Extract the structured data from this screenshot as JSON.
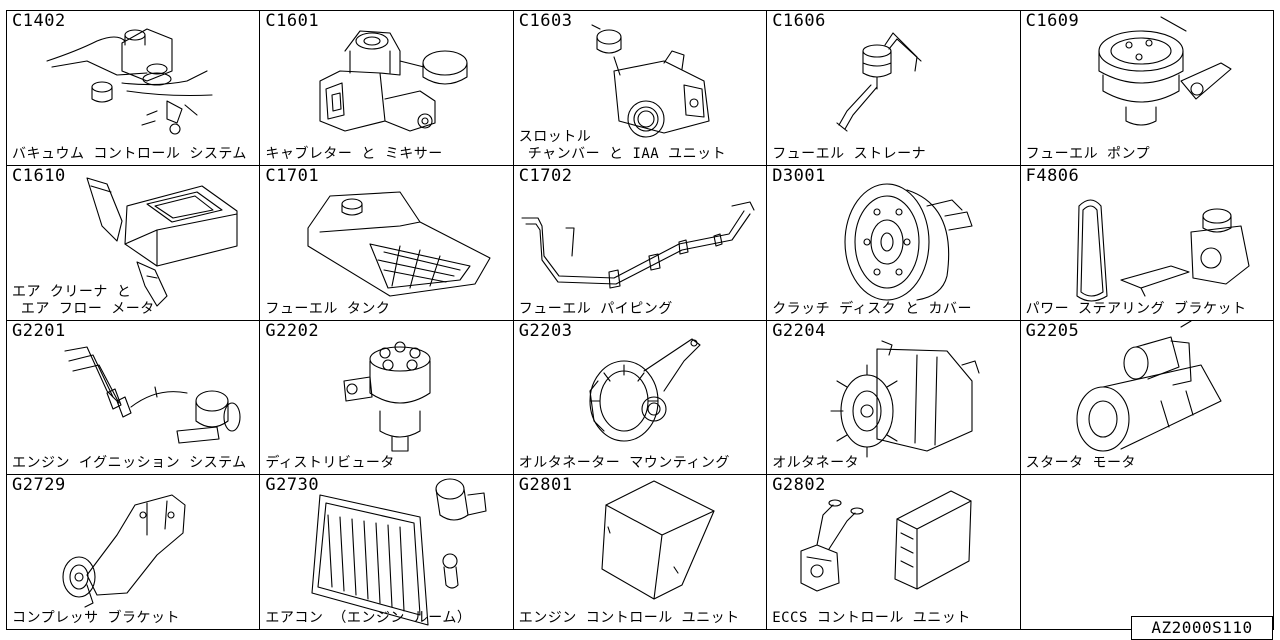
{
  "parts": [
    {
      "code": "C1402",
      "label": "バキュウム コントロール システム",
      "icon": "vacuum-control-system"
    },
    {
      "code": "C1601",
      "label": "キャブレター と ミキサー",
      "icon": "carburetor"
    },
    {
      "code": "C1603",
      "label": "スロットル\n チャンバー と IAA ユニット",
      "icon": "throttle-chamber"
    },
    {
      "code": "C1606",
      "label": "フューエル ストレーナ",
      "icon": "fuel-strainer"
    },
    {
      "code": "C1609",
      "label": "フューエル ポンプ",
      "icon": "fuel-pump"
    },
    {
      "code": "C1610",
      "label": "エア クリーナ と\n エア フロー メータ",
      "icon": "air-cleaner"
    },
    {
      "code": "C1701",
      "label": "フューエル タンク",
      "icon": "fuel-tank"
    },
    {
      "code": "C1702",
      "label": "フューエル パイピング",
      "icon": "fuel-piping"
    },
    {
      "code": "D3001",
      "label": "クラッチ ディスク と カバー",
      "icon": "clutch-disc"
    },
    {
      "code": "F4806",
      "label": "パワー ステアリング ブラケット",
      "icon": "power-steering-bracket"
    },
    {
      "code": "G2201",
      "label": "エンジン イグニッション システム",
      "icon": "ignition-system"
    },
    {
      "code": "G2202",
      "label": "ディストリビュータ",
      "icon": "distributor"
    },
    {
      "code": "G2203",
      "label": "オルタネーター マウンティング",
      "icon": "alternator-mounting"
    },
    {
      "code": "G2204",
      "label": "オルタネータ",
      "icon": "alternator"
    },
    {
      "code": "G2205",
      "label": "スタータ モータ",
      "icon": "starter-motor"
    },
    {
      "code": "G2729",
      "label": "コンプレッサ ブラケット",
      "icon": "compressor-bracket"
    },
    {
      "code": "G2730",
      "label": "エアコン （エンジン ルーム）",
      "icon": "air-conditioner"
    },
    {
      "code": "G2801",
      "label": "エンジン コントロール ユニット",
      "icon": "engine-control-unit"
    },
    {
      "code": "G2802",
      "label": "ECCS コントロール ユニット",
      "icon": "eccs-control-unit"
    }
  ],
  "figure_id": "AZ2000S110"
}
